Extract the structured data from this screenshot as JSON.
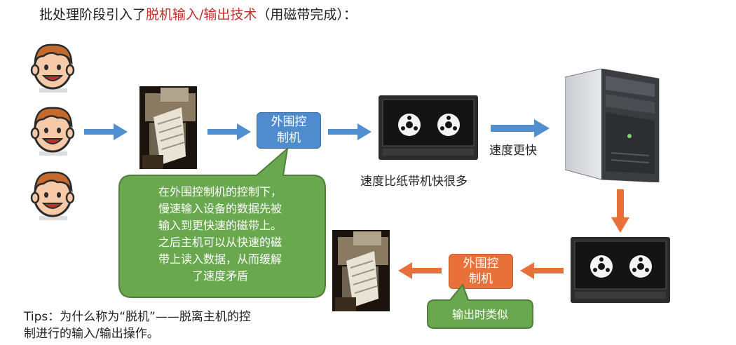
{
  "title": {
    "prefix": "批处理阶段引入了",
    "highlight": "脱机输入/输出技术",
    "suffix": "（用磁带完成）："
  },
  "controller_input": {
    "line1": "外围控",
    "line2": "制机"
  },
  "controller_output": {
    "line1": "外围控",
    "line2": "制机"
  },
  "speed_faster": "速度更快",
  "tape_speed": "速度比纸带机快很多",
  "bubble": {
    "lines": [
      "在外围控制机的控制下，",
      "慢速输入设备的数据先被",
      "输入到更快速的磁带上。",
      "之后主机可以从快速的磁",
      "带上读入数据，从而缓解",
      "了速度矛盾"
    ]
  },
  "output_note": "输出时类似",
  "tips": {
    "line1": "Tips：为什么称为“脱机”——脱离主机的控",
    "line2": "制进行的输入/输出操作。"
  },
  "icons": {
    "users": [
      "user-face-icon",
      "user-face-icon",
      "user-face-icon"
    ],
    "tape": "magnetic-tape-icon",
    "computer": "server-tower-icon",
    "paper_tape": "paper-tape-machine-icon"
  },
  "colors": {
    "blue_arrow": "#4f8fd0",
    "orange_arrow": "#e8713a",
    "green_bubble": "#6aa84f",
    "title_highlight": "#c0302a"
  }
}
